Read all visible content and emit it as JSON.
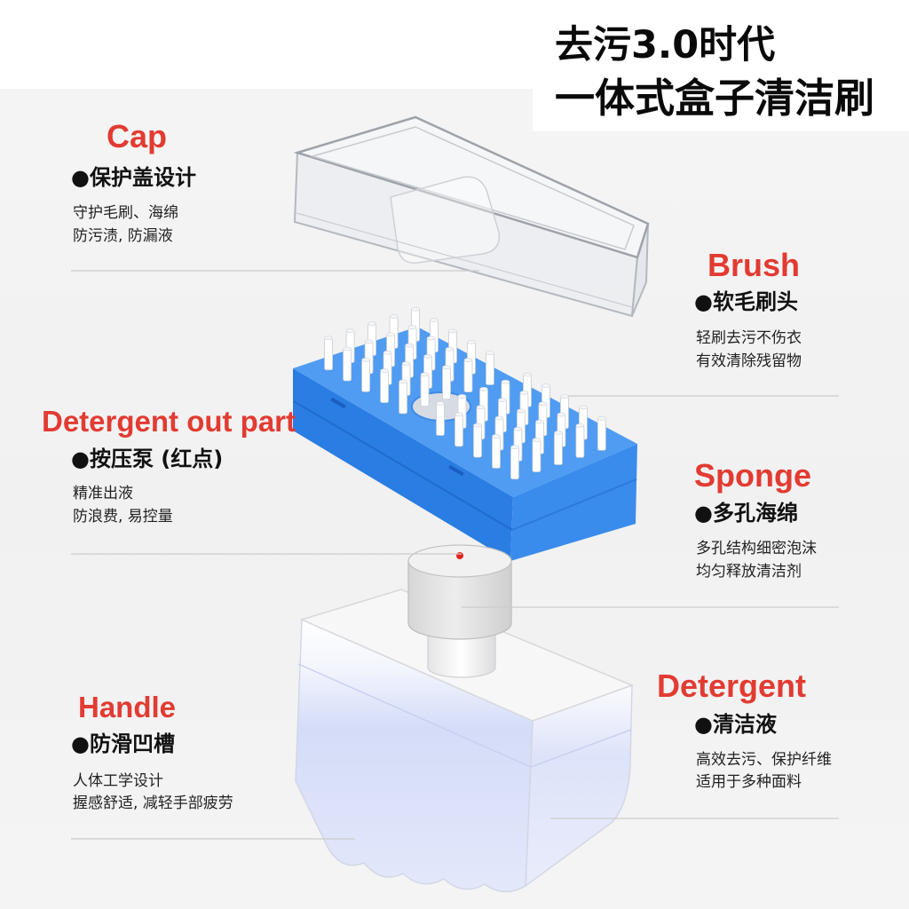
{
  "title": {
    "line1": "去污3.0时代",
    "line2": "一体式盒子清洁刷"
  },
  "colors": {
    "label_red": "#e23b32",
    "brush_blue": "#2e84e8",
    "text_dark": "#111111",
    "pump_dot_red": "#e8231d"
  },
  "parts": {
    "cap": {
      "name": "Cap",
      "feature": "●保护盖设计",
      "desc": [
        "守护毛刷、海绵",
        "防污渍, 防漏液"
      ]
    },
    "detergent_out_part": {
      "name": "Detergent out part",
      "feature": "●按压泵 (红点)",
      "desc": [
        "精准出液",
        "防浪费, 易控量"
      ]
    },
    "handle": {
      "name": "Handle",
      "feature": "●防滑凹槽",
      "desc": [
        "人体工学设计",
        "握感舒适, 减轻手部疲劳"
      ]
    },
    "brush": {
      "name": "Brush",
      "feature": "●软毛刷头",
      "desc": [
        "轻刷去污不伤衣",
        "有效清除残留物"
      ]
    },
    "sponge": {
      "name": "Sponge",
      "feature": "●多孔海绵",
      "desc": [
        "多孔结构细密泡沫",
        "均匀释放清洁剂"
      ]
    },
    "detergent": {
      "name": "Detergent",
      "feature": "●清洁液",
      "desc": [
        "高效去污、保护纤维",
        "适用于多种面料"
      ]
    }
  }
}
